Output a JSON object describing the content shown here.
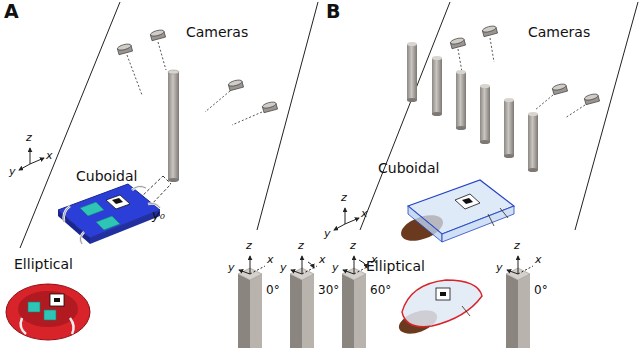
{
  "diagram": {
    "labels": [
      "A",
      "Cameras",
      "z",
      "y",
      "x",
      "Cuboidal",
      "y₀",
      "Elliptical",
      "z",
      "y",
      "x",
      "0°",
      "z",
      "y",
      "x",
      "30°",
      "z",
      "y",
      "x",
      "60°",
      "B",
      "Cameras",
      "z",
      "y",
      "x",
      "Cuboidal",
      "Elliptical",
      "z",
      "y",
      "x",
      "0°"
    ]
  }
}
